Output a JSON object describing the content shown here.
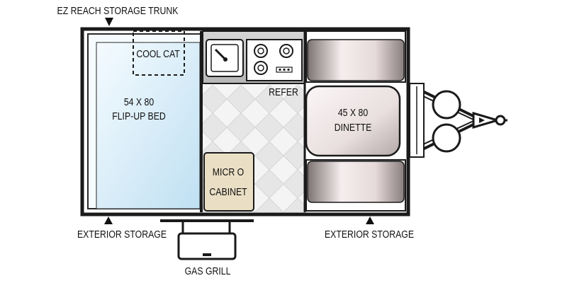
{
  "labels": {
    "trunk": "EZ REACH STORAGE TRUNK",
    "cooler": "COOL CAT",
    "bed_size": "54 X 80",
    "bed_name": "FLIP-UP BED",
    "refer": "REFER",
    "dinette_size": "45 X 80",
    "dinette_name": "DINETTE",
    "micro": "MICR O",
    "cabinet": "CABINET",
    "ext_storage_left": "EXTERIOR STORAGE",
    "ext_storage_right": "EXTERIOR STORAGE",
    "gas_grill": "GAS GRILL"
  },
  "colors": {
    "wall": "#1a1a1a",
    "bed_fill": "#d9ecf7",
    "counter": "#c9c9c9",
    "cabinet_fill": "#eadfc5",
    "cushion_light": "#f4ecec",
    "cushion_dark": "#8e8484"
  },
  "icons": [
    "sink-icon",
    "stove-burner-icon",
    "spare-tire-icon",
    "hitch-icon",
    "arrow-marker-icon"
  ]
}
